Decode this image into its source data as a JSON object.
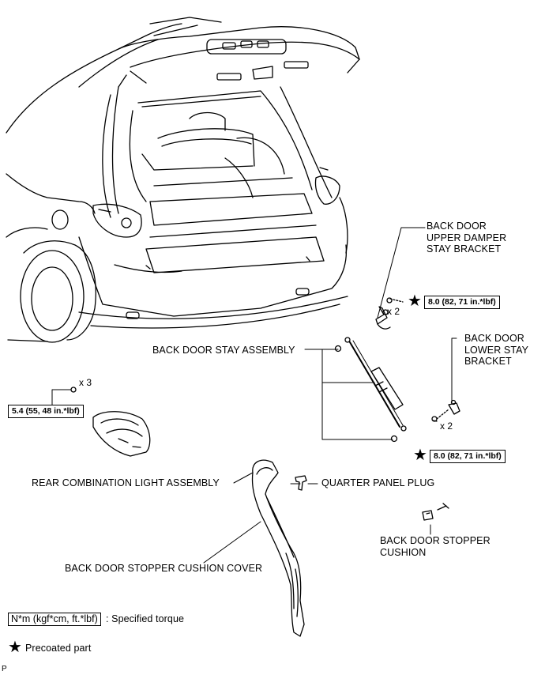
{
  "labels": {
    "upper_bracket": [
      "BACK DOOR",
      "UPPER DAMPER",
      "STAY BRACKET"
    ],
    "lower_bracket": [
      "BACK DOOR",
      "LOWER STAY",
      "BRACKET"
    ],
    "stay_assembly": "BACK DOOR STAY ASSEMBLY",
    "rear_light": "REAR COMBINATION LIGHT ASSEMBLY",
    "quarter_plug": "QUARTER PANEL PLUG",
    "stopper_cushion": [
      "BACK DOOR STOPPER",
      "CUSHION"
    ],
    "cushion_cover": "BACK DOOR STOPPER CUSHION COVER"
  },
  "torques": {
    "upper": "8.0 (82, 71 in.*lbf)",
    "lower": "8.0 (82, 71 in.*lbf)",
    "light": "5.4 (55, 48 in.*lbf)"
  },
  "quantities": {
    "upper": "x 2",
    "lower": "x 2",
    "light": "x 3"
  },
  "legend": {
    "torque_box": "N*m (kgf*cm, ft.*lbf)",
    "torque_text": ": Specified torque",
    "precoated_text": "Precoated part",
    "star_symbol": "★"
  },
  "corner_mark": "P"
}
